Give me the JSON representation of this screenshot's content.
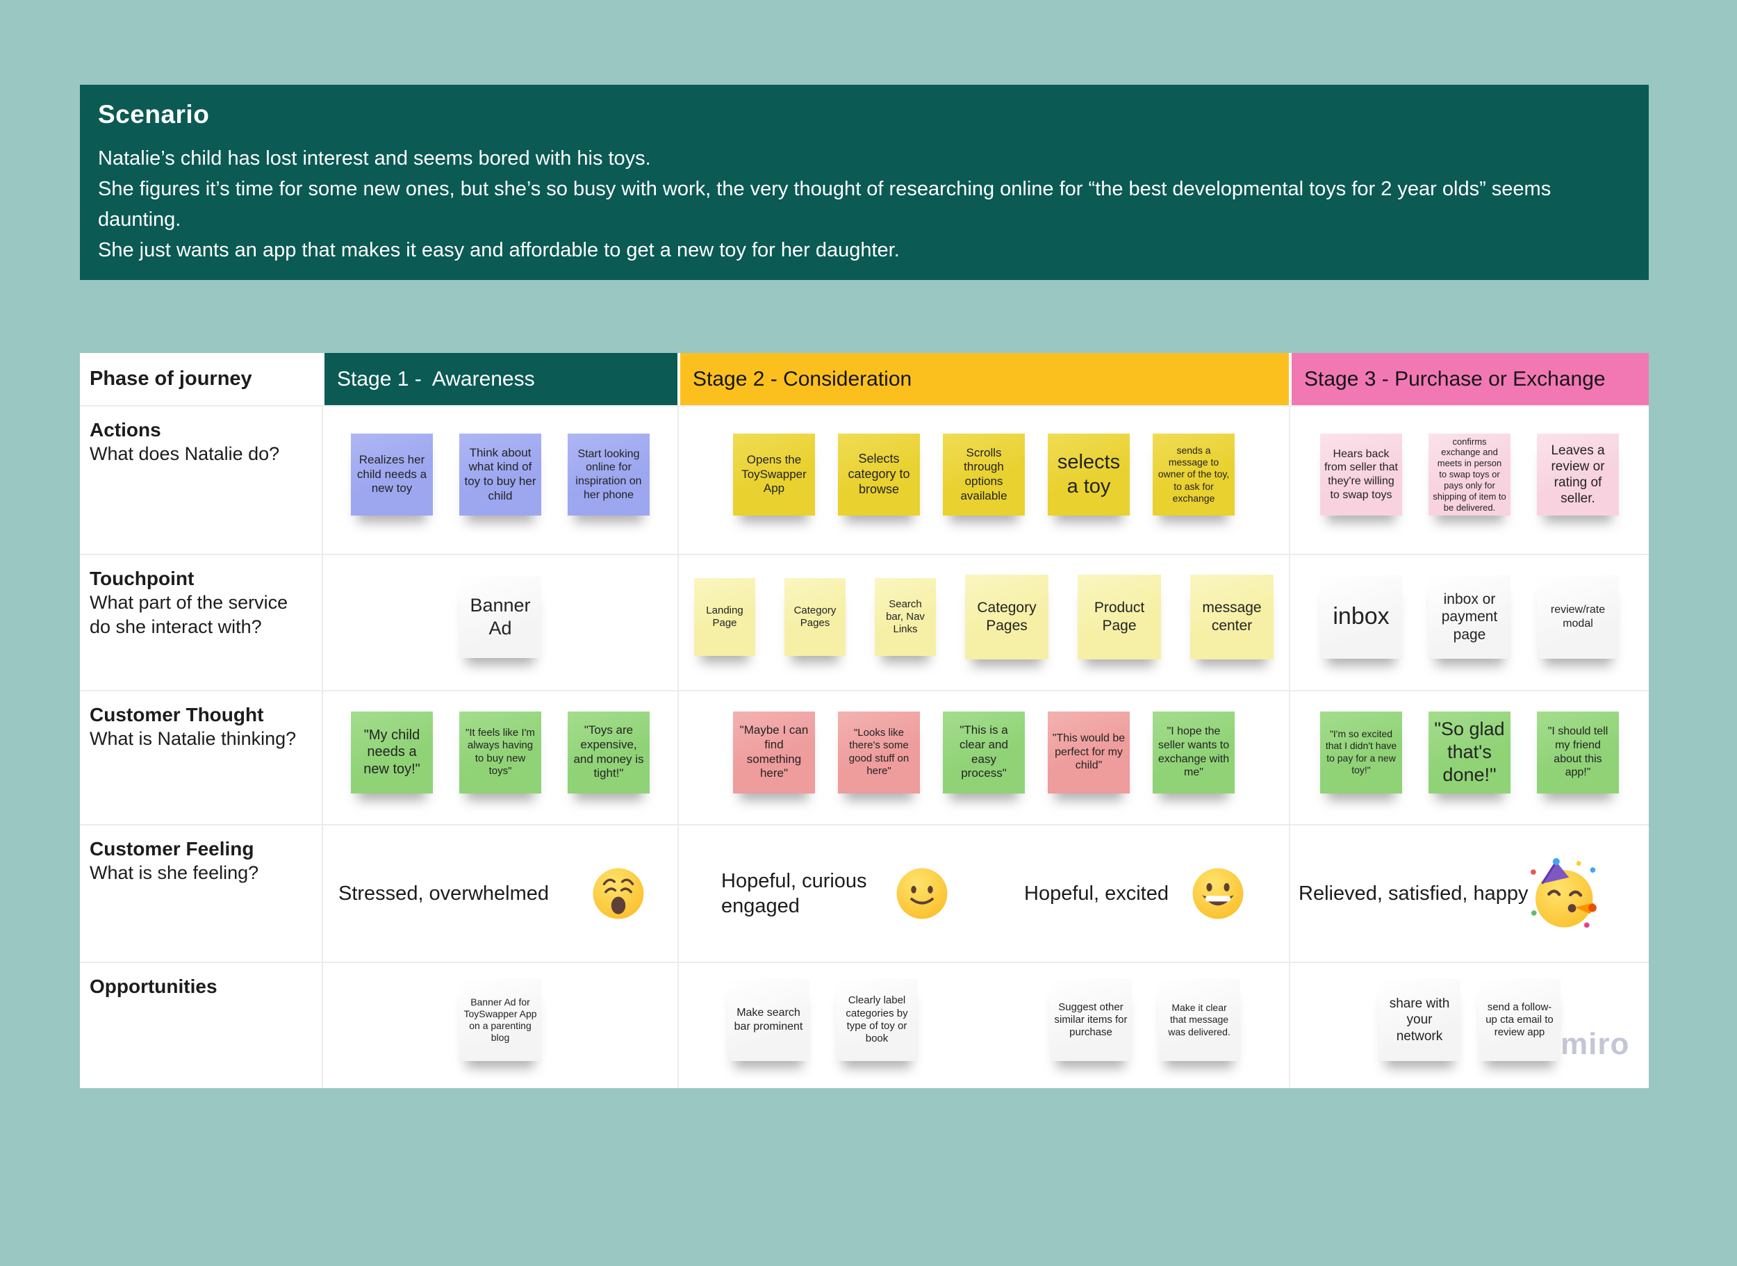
{
  "app": {
    "watermark": "miro"
  },
  "theme": {
    "background": "#9ac7c2",
    "teal": "#0b5a54",
    "amber": "#fcc01e",
    "pink": "#f278b4",
    "sticky_purple": "#9da7f0",
    "sticky_yellow": "#e9d12f",
    "sticky_pale_yellow": "#f6f0a6",
    "sticky_light_pink": "#f8d3df",
    "sticky_green": "#90d377",
    "sticky_salmon": "#ee9c9c",
    "sticky_white": "#f7f7f7"
  },
  "scenario": {
    "title": "Scenario",
    "lines": [
      "Natalie’s child has lost interest and seems bored with his toys.",
      "She figures it’s time for some new ones, but she’s so busy with work, the very thought of researching online for “the best developmental toys for 2 year olds” seems daunting.",
      "She just wants an app that makes it easy and affordable to get a new toy for her daughter."
    ]
  },
  "journey": {
    "phase_label": "Phase of journey",
    "stages": [
      {
        "label": "Stage 1 -  Awareness"
      },
      {
        "label": "Stage 2 - Consideration"
      },
      {
        "label": "Stage 3 - Purchase or Exchange"
      }
    ],
    "rows": {
      "actions": {
        "title": "Actions",
        "subtitle": "What does Natalie do?"
      },
      "touchpoint": {
        "title": "Touchpoint",
        "subtitle": "What part of the service do she interact with?"
      },
      "thought": {
        "title": "Customer Thought",
        "subtitle": "What is Natalie thinking?"
      },
      "feeling": {
        "title": "Customer Feeling",
        "subtitle": "What is she feeling?"
      },
      "opportunities": {
        "title": "Opportunities",
        "subtitle": ""
      }
    },
    "actions": {
      "stage1": [
        {
          "text": "Realizes her child needs a new toy",
          "color": "purple",
          "fs": 17
        },
        {
          "text": "Think about what kind of toy to buy her child",
          "color": "purple",
          "fs": 17
        },
        {
          "text": "Start looking online for inspiration on her phone",
          "color": "purple",
          "fs": 16
        }
      ],
      "stage2": [
        {
          "text": "Opens the ToySwapper App",
          "color": "yellow",
          "fs": 17
        },
        {
          "text": "Selects category to browse",
          "color": "yellow",
          "fs": 18
        },
        {
          "text": "Scrolls through options available",
          "color": "yellow",
          "fs": 17
        },
        {
          "text": "selects a toy",
          "color": "yellow",
          "fs": 29
        },
        {
          "text": "sends a message to owner of the toy, to ask for exchange",
          "color": "yellow",
          "fs": 14
        }
      ],
      "stage3": [
        {
          "text": "Hears back from seller that they're willing to swap toys",
          "color": "pinklight",
          "fs": 16
        },
        {
          "text": "confirms exchange and meets in person to swap toys or pays only for shipping of item to be delivered.",
          "color": "pinklight",
          "fs": 13
        },
        {
          "text": "Leaves a review or rating of seller.",
          "color": "pinklight",
          "fs": 19
        }
      ]
    },
    "touchpoints": {
      "stage1": [
        {
          "text": "Banner Ad",
          "color": "white",
          "fs": 27
        }
      ],
      "stage2": [
        {
          "text": "Landing Page",
          "color": "pale",
          "fs": 15,
          "w": 88,
          "h": 112
        },
        {
          "text": "Category Pages",
          "color": "pale",
          "fs": 15,
          "w": 88,
          "h": 112
        },
        {
          "text": "Search bar, Nav Links",
          "color": "pale",
          "fs": 15,
          "w": 88,
          "h": 112
        },
        {
          "text": "Category Pages",
          "color": "pale",
          "fs": 21,
          "w": 120,
          "h": 122
        },
        {
          "text": "Product Page",
          "color": "pale",
          "fs": 21,
          "w": 120,
          "h": 122
        },
        {
          "text": "message center",
          "color": "pale",
          "fs": 21,
          "w": 120,
          "h": 122
        }
      ],
      "stage3": [
        {
          "text": "inbox",
          "color": "white",
          "fs": 34,
          "h": 120
        },
        {
          "text": "inbox or payment page",
          "color": "white",
          "fs": 21,
          "h": 120
        },
        {
          "text": "review/rate modal",
          "color": "white",
          "fs": 16,
          "h": 120
        }
      ]
    },
    "thoughts": {
      "stage1": [
        {
          "text": "\"My child needs a new toy!\"",
          "color": "green",
          "fs": 20
        },
        {
          "text": "\"It feels like I'm always having to buy new toys\"",
          "color": "green",
          "fs": 15
        },
        {
          "text": "\"Toys are expensive, and money is tight!\"",
          "color": "green",
          "fs": 17
        }
      ],
      "stage2": [
        {
          "text": "\"Maybe I can find something here\"",
          "color": "salmon",
          "fs": 17
        },
        {
          "text": "\"Looks like there's some good stuff on here\"",
          "color": "salmon",
          "fs": 15
        },
        {
          "text": "\"This is a clear and easy process\"",
          "color": "green",
          "fs": 17
        },
        {
          "text": "\"This would be perfect for my child\"",
          "color": "salmon",
          "fs": 16
        },
        {
          "text": "\"I hope the seller wants to exchange with me\"",
          "color": "green",
          "fs": 16
        }
      ],
      "stage3": [
        {
          "text": "\"I'm so excited that I didn't have to pay for a new toy!\"",
          "color": "green",
          "fs": 14
        },
        {
          "text": "\"So glad that's done!\"",
          "color": "green",
          "fs": 27
        },
        {
          "text": "\"I should tell my friend about this app!\"",
          "color": "green",
          "fs": 16
        }
      ]
    },
    "feelings": {
      "stage1": {
        "text": "Stressed, overwhelmed",
        "emoji": "weary-face"
      },
      "stage2": [
        {
          "text": "Hopeful, curious engaged",
          "emoji": "slightly-smiling-face"
        },
        {
          "text": "Hopeful, excited",
          "emoji": "grinning-face"
        }
      ],
      "stage3": {
        "text": "Relieved, satisfied, happy",
        "emoji": "partying-face"
      }
    },
    "opportunities": {
      "stage1": [
        {
          "text": "Banner Ad for ToySwapper App on a parenting blog",
          "color": "white",
          "fs": 14
        }
      ],
      "stage2": [
        {
          "text": "Make search bar prominent",
          "color": "white",
          "fs": 16
        },
        {
          "text": "Clearly label categories by  type of toy or book",
          "color": "white",
          "fs": 15
        },
        {
          "text": "Suggest other similar items for purchase",
          "color": "white",
          "fs": 15
        },
        {
          "text": "Make it clear that message was delivered.",
          "color": "white",
          "fs": 14
        }
      ],
      "stage3": [
        {
          "text": "share with your network",
          "color": "white",
          "fs": 19
        },
        {
          "text": "send a follow-up cta email to review app",
          "color": "white",
          "fs": 15
        }
      ]
    }
  }
}
